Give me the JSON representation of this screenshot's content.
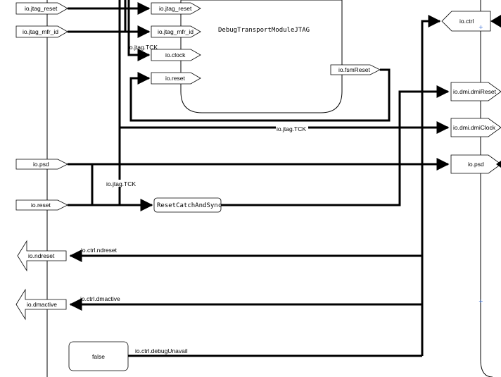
{
  "colors": {
    "wire": "#000000",
    "background": "#ffffff"
  },
  "left_ports": {
    "jtag_reset": "io.jtag_reset",
    "jtag_mfr_id": "io.jtag_mfr_id",
    "psd": "io.psd",
    "reset": "io.reset",
    "ndreset": "io.ndreset",
    "dmactive": "io.dmactive"
  },
  "dtm": {
    "title": "DebugTransportModuleJTAG",
    "in_jtag_reset": "io.jtag_reset",
    "in_jtag_mfr_id": "io.jtag_mfr_id",
    "in_clock": "io.clock",
    "in_reset": "io.reset",
    "out_fsm_reset": "io.fsmReset"
  },
  "reset_sync": {
    "label": "ResetCatchAndSync"
  },
  "const_block": {
    "label": "false"
  },
  "right_ports": {
    "ctrl": "io.ctrl",
    "dmi_reset": "io.dmi.dmiReset",
    "dmi_clock": "io.dmi.dmiClock",
    "psd": "io.psd"
  },
  "wire_labels": {
    "jtag_tck_upper": "io.jtag.TCK",
    "jtag_tck_middle": "io.jtag.TCK",
    "jtag_tck_lower": "io.jtag.TCK",
    "ctrl_ndreset": "io.ctrl.ndreset",
    "ctrl_dmactive": "io.ctrl.dmactive",
    "ctrl_debug_unavail": "io.ctrl.debugUnavail"
  }
}
